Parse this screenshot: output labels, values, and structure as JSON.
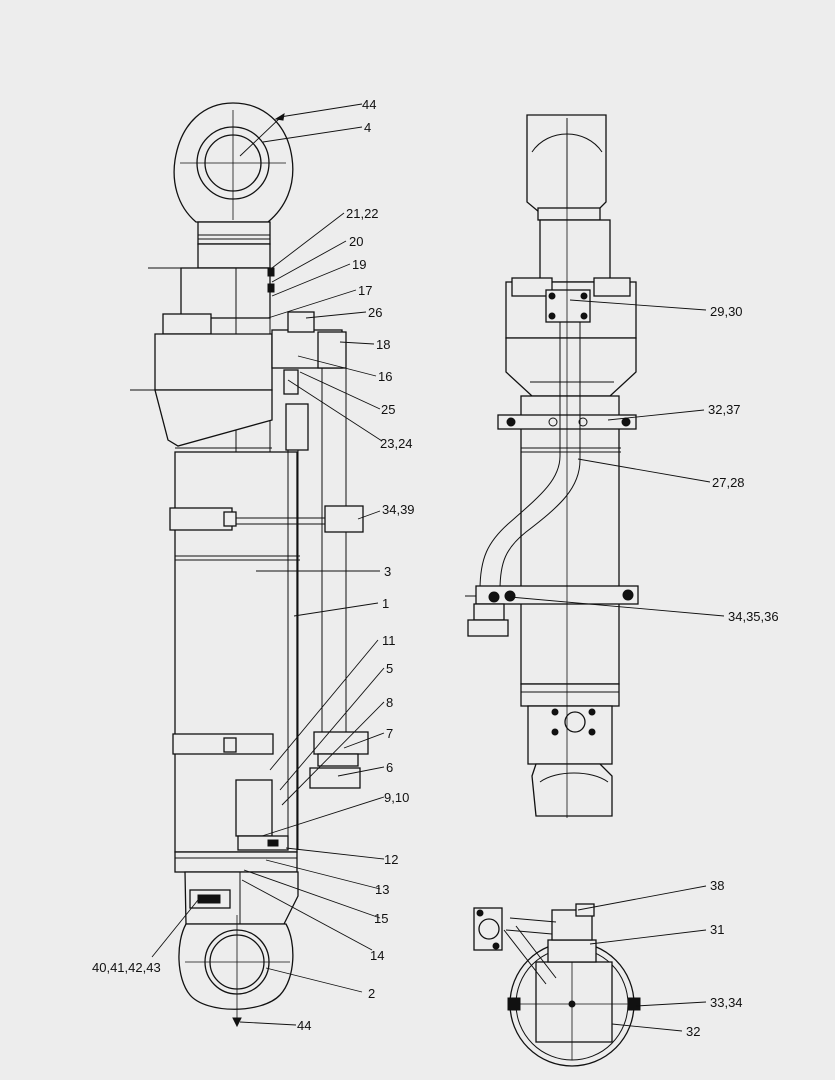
{
  "callouts": [
    {
      "id": "c44a",
      "text": "44"
    },
    {
      "id": "c4",
      "text": "4"
    },
    {
      "id": "c2122",
      "text": "21,22"
    },
    {
      "id": "c20",
      "text": "20"
    },
    {
      "id": "c19",
      "text": "19"
    },
    {
      "id": "c17",
      "text": "17"
    },
    {
      "id": "c26",
      "text": "26"
    },
    {
      "id": "c18",
      "text": "18"
    },
    {
      "id": "c16",
      "text": "16"
    },
    {
      "id": "c25",
      "text": "25"
    },
    {
      "id": "c2324",
      "text": "23,24"
    },
    {
      "id": "c3439",
      "text": "34,39"
    },
    {
      "id": "c3",
      "text": "3"
    },
    {
      "id": "c1",
      "text": "1"
    },
    {
      "id": "c11",
      "text": "11"
    },
    {
      "id": "c5",
      "text": "5"
    },
    {
      "id": "c8",
      "text": "8"
    },
    {
      "id": "c7",
      "text": "7"
    },
    {
      "id": "c6",
      "text": "6"
    },
    {
      "id": "c910",
      "text": "9,10"
    },
    {
      "id": "c12",
      "text": "12"
    },
    {
      "id": "c13",
      "text": "13"
    },
    {
      "id": "c15",
      "text": "15"
    },
    {
      "id": "c14",
      "text": "14"
    },
    {
      "id": "c40",
      "text": "40,41,42,43"
    },
    {
      "id": "c2",
      "text": "2"
    },
    {
      "id": "c44b",
      "text": "44"
    },
    {
      "id": "c2930",
      "text": "29,30"
    },
    {
      "id": "c3237",
      "text": "32,37"
    },
    {
      "id": "c2728",
      "text": "27,28"
    },
    {
      "id": "c343536",
      "text": "34,35,36"
    },
    {
      "id": "c38",
      "text": "38"
    },
    {
      "id": "c31",
      "text": "31"
    },
    {
      "id": "c3334",
      "text": "33,34"
    },
    {
      "id": "c32",
      "text": "32"
    }
  ]
}
